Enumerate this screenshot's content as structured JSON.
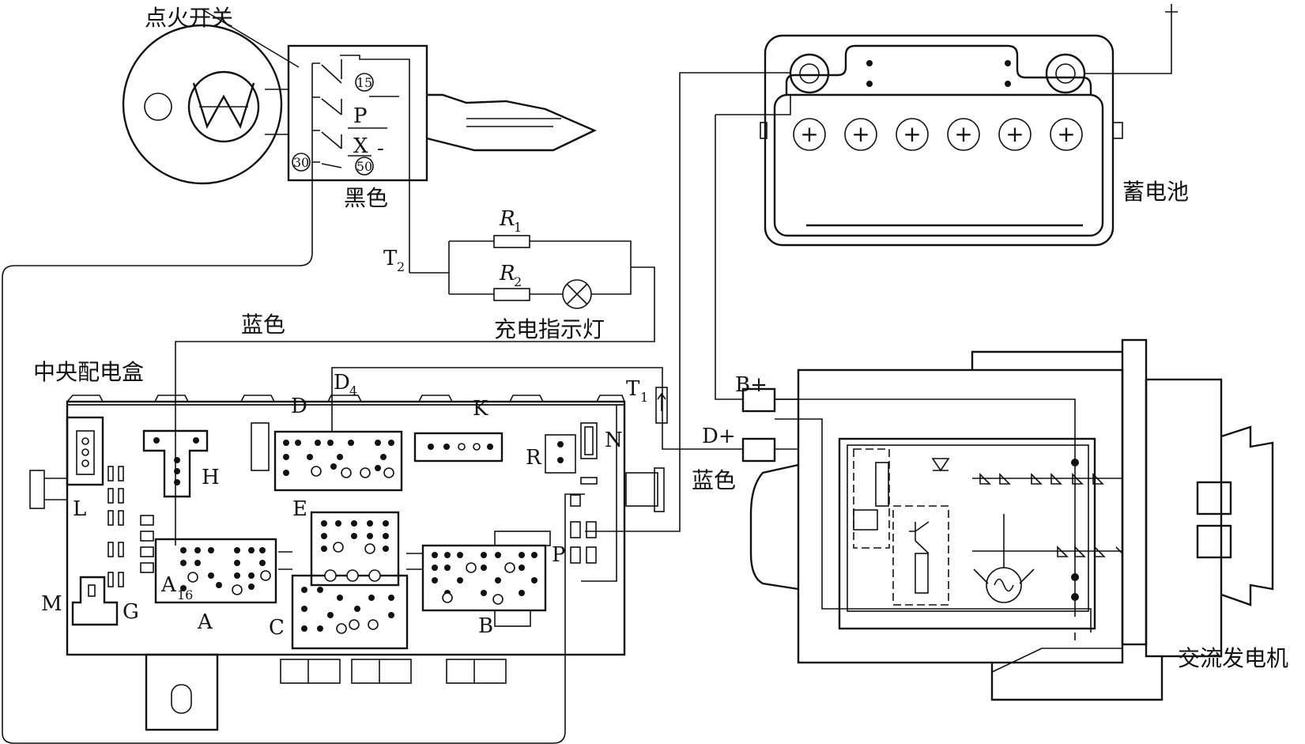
{
  "labels": {
    "ignition_switch": "点火开关",
    "black_wire": "黑色",
    "battery": "蓄电池",
    "charge_indicator": "充电指示灯",
    "blue_wire_1": "蓝色",
    "blue_wire_2": "蓝色",
    "central_box": "中央配电盒",
    "alternator": "交流发电机"
  },
  "switch_terminals": {
    "t15": "15",
    "t30": "30",
    "t50": "50",
    "p": "P",
    "x": "X",
    "minus": "-"
  },
  "resistors": {
    "r1": "R",
    "r1_sub": "1",
    "r2": "R",
    "r2_sub": "2"
  },
  "terminals": {
    "t2": "T",
    "t2_sub": "2",
    "t1": "T",
    "t1_sub": "1",
    "d4": "D",
    "d4_sub": "4",
    "a16": "A",
    "a16_sub": "16",
    "b_plus": "B+",
    "d_plus": "D+"
  },
  "connectors": {
    "d": "D",
    "k": "K",
    "h": "H",
    "l": "L",
    "e": "E",
    "n": "N",
    "r": "R",
    "p": "P",
    "m": "M",
    "g": "G",
    "a": "A",
    "c": "C",
    "b": "B"
  },
  "battery_cells": [
    "+",
    "+",
    "+",
    "+",
    "+",
    "+"
  ]
}
